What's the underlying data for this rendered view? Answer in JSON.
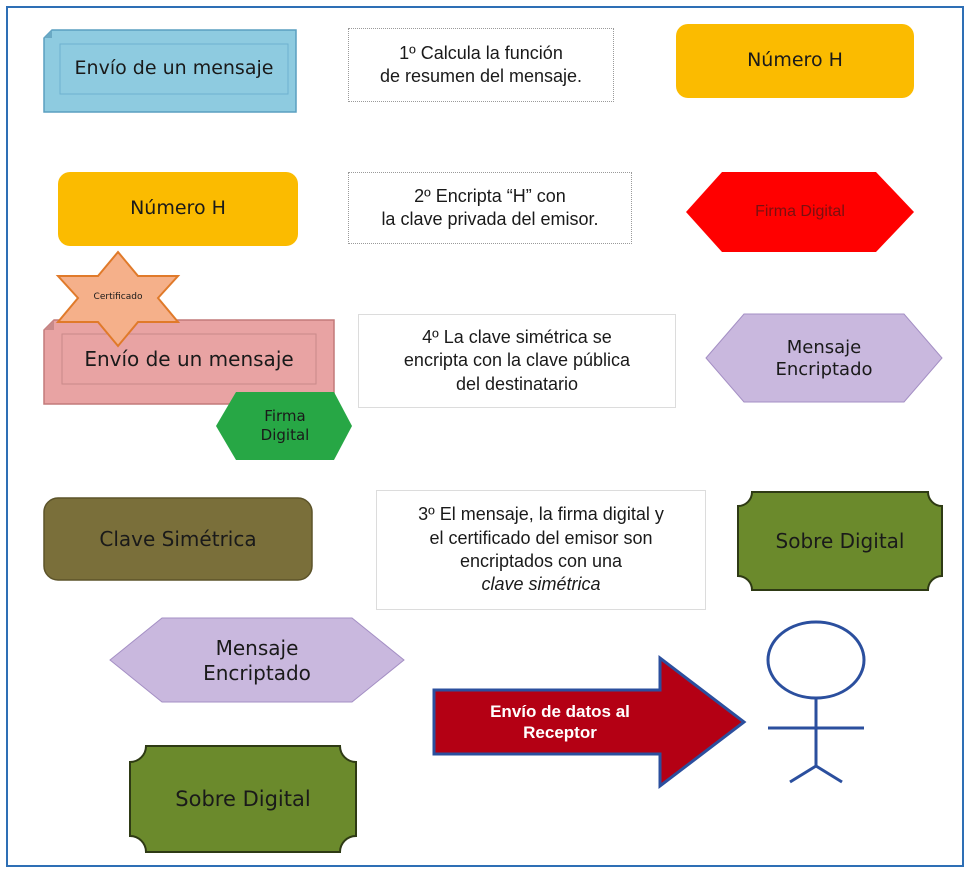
{
  "colors": {
    "frame": "#2e6fb5",
    "light_blue": "#8ecbe0",
    "orange": "#fbbb00",
    "red": "#ff0000",
    "star_orange": "#f5b08a",
    "pink": "#e8a3a3",
    "green": "#27a745",
    "lavender": "#c9b8de",
    "olive": "#7a6f3a",
    "sobre_green": "#6b8a2c",
    "dark_red_arrow": "#b40014",
    "stick_blue": "#2b4f9e"
  },
  "step1": {
    "shape_label": "Envío de un mensaje",
    "note": "1º Calcula la función\nde resumen del mensaje.",
    "result_label": "Número H"
  },
  "step2": {
    "shape_label": "Número H",
    "note": "2º Encripta “H” con\nla clave privada del emisor.",
    "result_label": "Firma Digital"
  },
  "step4": {
    "star_label": "Certificado",
    "message_label": "Envío de un mensaje",
    "signature_label": "Firma\nDigital",
    "note": "4º La clave simétrica se\nencripta con la clave pública\ndel destinatario",
    "result_label": "Mensaje\nEncriptado"
  },
  "step3": {
    "key_label": "Clave Simétrica",
    "note_line1": "3º El mensaje, la firma digital y",
    "note_line2": "el certificado del emisor son",
    "note_line3": "encriptados con una",
    "note_line4": "clave simétrica",
    "result_label": "Sobre Digital"
  },
  "final": {
    "message_label": "Mensaje\nEncriptado",
    "envelope_label": "Sobre Digital",
    "arrow_label": "Envío de datos al\nReceptor",
    "receiver_icon": "stick-figure-icon"
  }
}
